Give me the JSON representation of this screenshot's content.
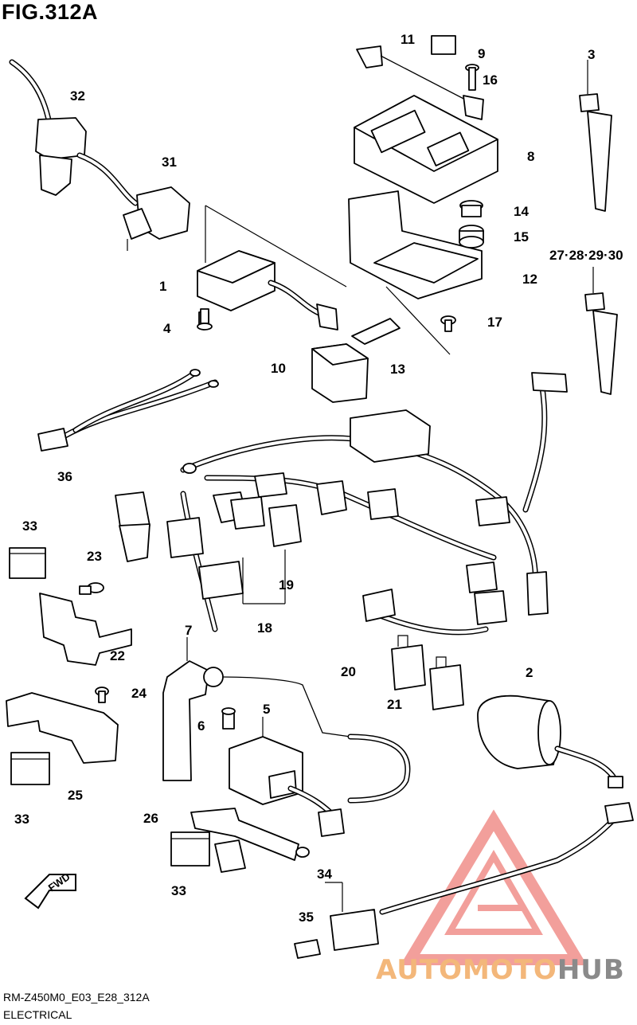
{
  "figure": {
    "title": "FIG.312A",
    "code": "RM-Z450M0_E03_E28_312A",
    "subtitle": "ELECTRICAL",
    "direction_label": "FWD"
  },
  "callouts": [
    "1",
    "2",
    "3",
    "4",
    "5",
    "6",
    "7",
    "8",
    "9",
    "10",
    "11",
    "12",
    "13",
    "14",
    "15",
    "16",
    "17",
    "18",
    "19",
    "20",
    "21",
    "22",
    "23",
    "24",
    "25",
    "26",
    "27·28·29·30",
    "31",
    "32",
    "33",
    "33",
    "33",
    "34",
    "35",
    "36"
  ],
  "watermark": {
    "part1": "AUTOMOTO",
    "part2": "HUB",
    "color_primary": "#e8524a",
    "color_secondary": "#f3b77a",
    "color_text_gray": "#8a8a8a"
  }
}
